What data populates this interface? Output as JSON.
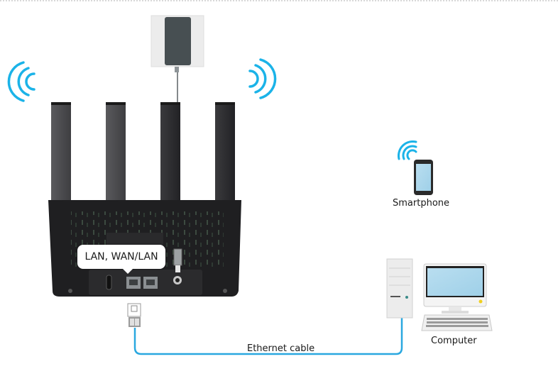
{
  "diagram": {
    "title": "",
    "labels": {
      "ports_callout": "LAN, WAN/LAN",
      "smartphone": "Smartphone",
      "computer": "Computer",
      "cable": "Ethernet cable"
    },
    "colors": {
      "wifi_signal": "#1bb3e8",
      "cable": "#2aa8e0",
      "router_body": "#1f1f21",
      "adapter": "#474f52"
    },
    "nodes": [
      {
        "id": "power-adapter",
        "label": ""
      },
      {
        "id": "router",
        "label": ""
      },
      {
        "id": "smartphone",
        "label": "Smartphone"
      },
      {
        "id": "computer",
        "label": "Computer"
      }
    ],
    "edges": [
      {
        "from": "power-adapter",
        "to": "router",
        "type": "power cord"
      },
      {
        "from": "router",
        "to": "computer",
        "type": "Ethernet cable"
      },
      {
        "from": "router",
        "to": "smartphone",
        "type": "wifi"
      }
    ]
  }
}
